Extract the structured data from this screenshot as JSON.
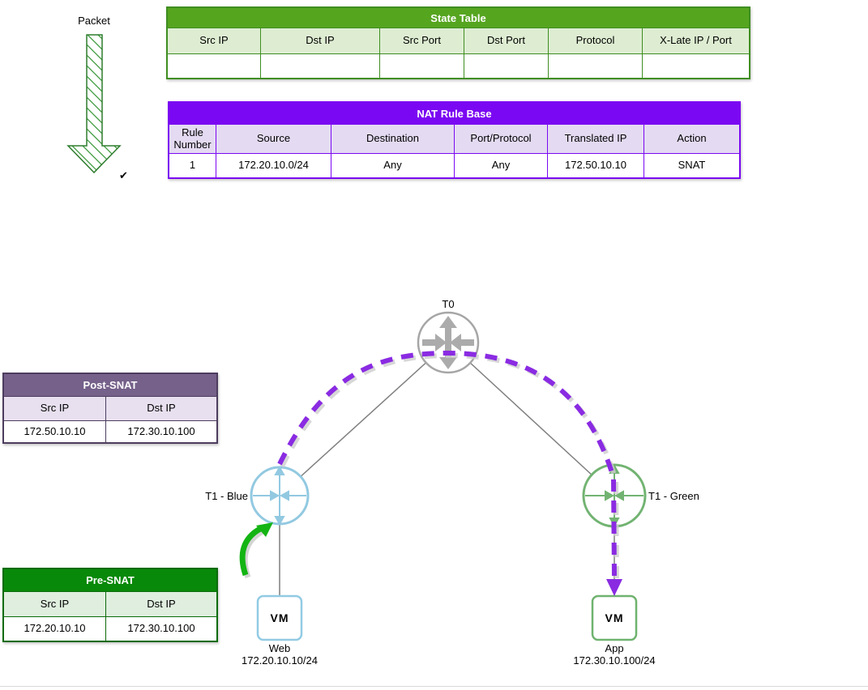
{
  "packet": {
    "label": "Packet"
  },
  "icons": {
    "checkmark": "✔"
  },
  "state_table": {
    "title": "State Table",
    "columns": [
      "Src IP",
      "Dst IP",
      "Src Port",
      "Dst Port",
      "Protocol",
      "X-Late IP / Port"
    ],
    "empty_row": [
      "",
      "",
      "",
      "",
      "",
      ""
    ]
  },
  "nat_rule_base": {
    "title": "NAT Rule Base",
    "columns": [
      "Rule Number",
      "Source",
      "Destination",
      "Port/Protocol",
      "Translated IP",
      "Action"
    ],
    "rows": [
      [
        "1",
        "172.20.10.0/24",
        "Any",
        "Any",
        "172.50.10.10",
        "SNAT"
      ]
    ]
  },
  "post_snat": {
    "title": "Post-SNAT",
    "columns": [
      "Src IP",
      "Dst IP"
    ],
    "rows": [
      [
        "172.50.10.10",
        "172.30.10.100"
      ]
    ]
  },
  "pre_snat": {
    "title": "Pre-SNAT",
    "columns": [
      "Src IP",
      "Dst IP"
    ],
    "rows": [
      [
        "172.20.10.10",
        "172.30.10.100"
      ]
    ]
  },
  "topology": {
    "t0_label": "T0",
    "t1_blue_label": "T1 - Blue",
    "t1_green_label": "T1 - Green",
    "web_vm": {
      "box": "VM",
      "name": "Web",
      "ip": "172.20.10.10/24"
    },
    "app_vm": {
      "box": "VM",
      "name": "App",
      "ip": "172.30.10.100/24"
    }
  },
  "colors": {
    "state_header": "#56a51f",
    "state_subheader": "#deedd2",
    "nat_header": "#7b08f2",
    "nat_subheader": "#e4dbf2",
    "post_snat_header": "#75618a",
    "post_snat_subheader": "#e8e0ef",
    "pre_snat_header": "#098909",
    "pre_snat_subheader": "#dfeedf",
    "snat_path_purple": "#8a2be2",
    "ingress_arrow_green": "#14b414",
    "t0_gray": "#a6a6a6",
    "t1_blue": "#92c9e1",
    "t1_green": "#72b372",
    "packet_arrow_green": "#2e7d2e"
  }
}
